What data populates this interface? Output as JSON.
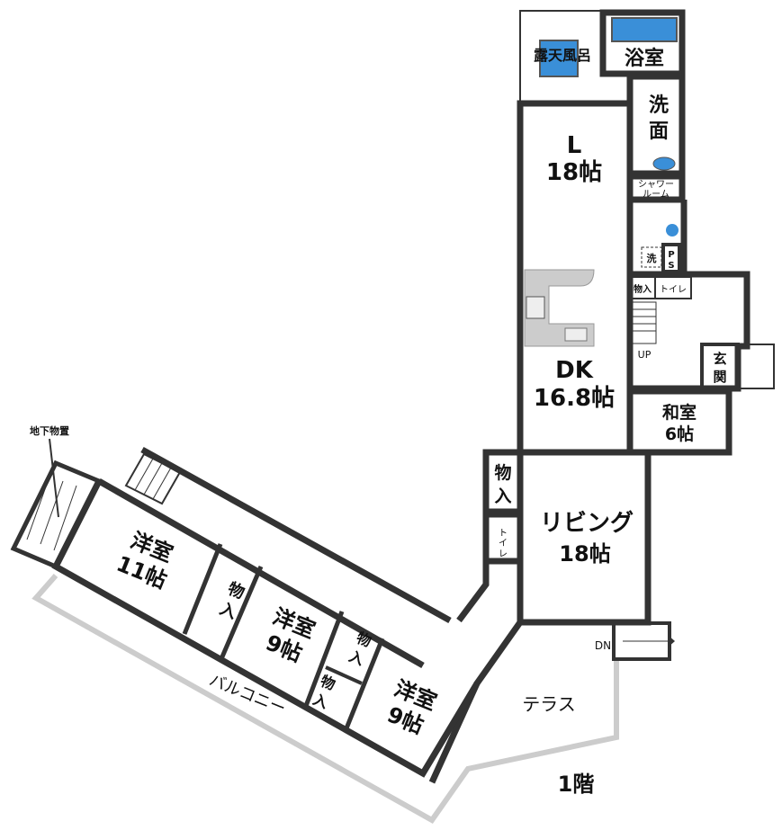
{
  "floor_label": "1階",
  "rooms": {
    "outdoor_bath": "露天風呂",
    "bathroom": "浴室",
    "washroom_1": "洗",
    "washroom_2": "面",
    "living_upper": "L",
    "living_upper_size": "18帖",
    "shower_1": "シャワー",
    "shower_2": "ルーム",
    "washer": "洗",
    "ps_1": "P",
    "ps_2": "S",
    "storage_small": "物入",
    "toilet_small": "トイレ",
    "dk": "DK",
    "dk_size": "16.8帖",
    "stairs_up": "UP",
    "entrance_1": "玄",
    "entrance_2": "関",
    "japanese_room": "和室",
    "japanese_room_size": "6帖",
    "storage_1": "物",
    "storage_2": "入",
    "toilet_1": "ト",
    "toilet_2": "イ",
    "toilet_3": "レ",
    "living": "リビング",
    "living_size": "18帖",
    "stairs_down": "DN",
    "terrace": "テラス",
    "western_room_a": "洋室",
    "western_room_a_size": "11帖",
    "western_room_b": "洋室",
    "western_room_b_size": "9帖",
    "western_room_c": "洋室",
    "western_room_c_size": "9帖",
    "balcony": "バルコニー",
    "underground_storage": "地下物置"
  },
  "colors": {
    "wall": "#333333",
    "water": "#3a8fd8",
    "kitchen": "#cccccc",
    "outline": "#cccccc"
  }
}
